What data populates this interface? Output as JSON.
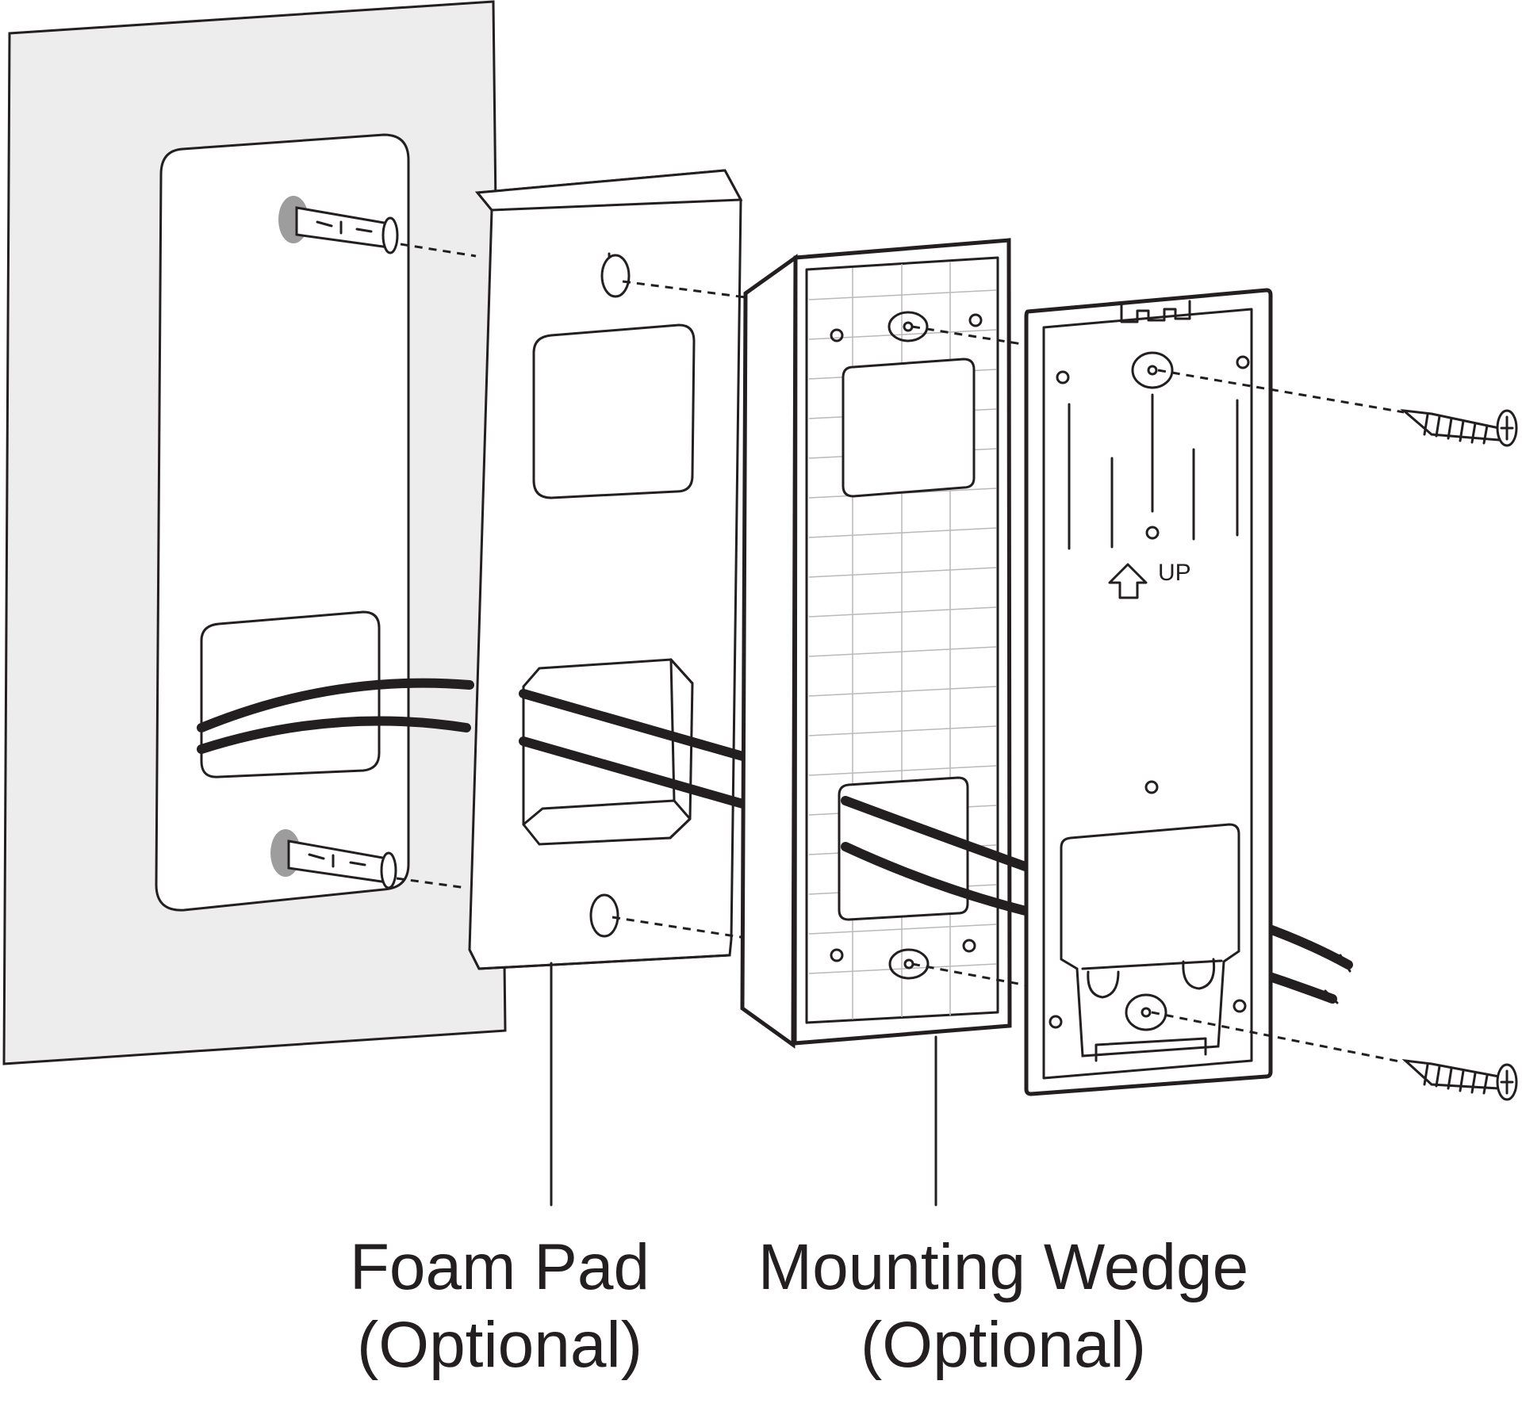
{
  "labels": {
    "foam_pad": {
      "line1": "Foam Pad",
      "line2": "(Optional)"
    },
    "mounting_wedge": {
      "line1": "Mounting Wedge",
      "line2": "(Optional)"
    },
    "up_marking": "UP"
  },
  "colors": {
    "line": "#231f20",
    "wall": "#ededed",
    "grid": "#b9b9b9",
    "background": "#ffffff"
  },
  "icons": [
    "wall-anchor-icon",
    "screw-icon",
    "up-arrow-icon"
  ]
}
